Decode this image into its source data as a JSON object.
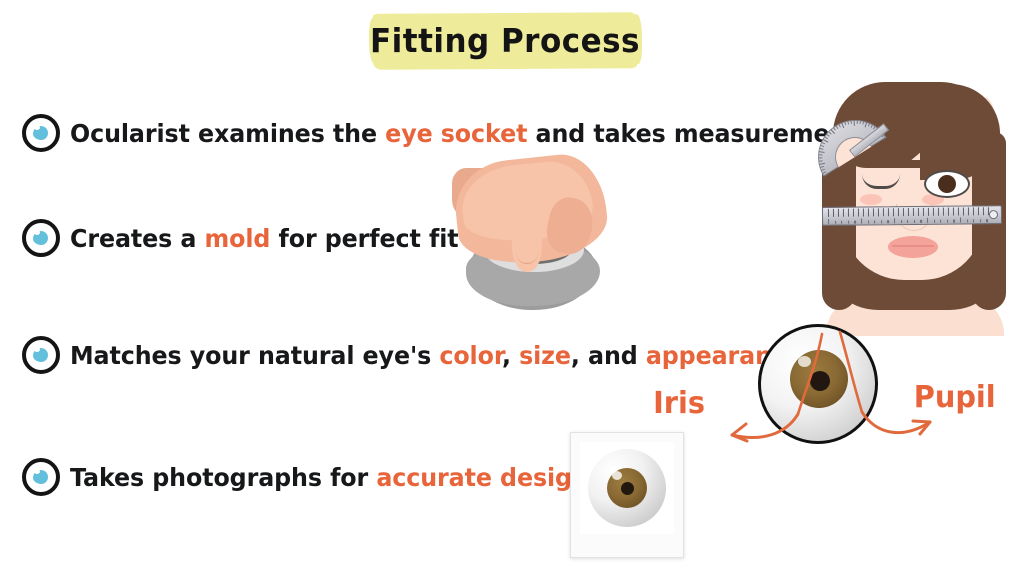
{
  "header": {
    "title": "Fitting Process",
    "highlight_color": "#eeec9b",
    "title_color": "#141414"
  },
  "theme": {
    "background": "#ffffff",
    "accent_orange": "#e8643a",
    "text_black": "#17181a",
    "bullet_blue": "#63c0dd"
  },
  "steps": [
    {
      "icon": "eye-bullet-icon",
      "segments": [
        {
          "text": "Ocularist examines the ",
          "emphasis": false
        },
        {
          "text": "eye socket",
          "emphasis": true
        },
        {
          "text": " and takes measurements",
          "emphasis": false
        }
      ]
    },
    {
      "icon": "eye-bullet-icon",
      "segments": [
        {
          "text": "Creates a ",
          "emphasis": false
        },
        {
          "text": "mold",
          "emphasis": true
        },
        {
          "text": " for perfect fit",
          "emphasis": false
        }
      ]
    },
    {
      "icon": "eye-bullet-icon",
      "segments": [
        {
          "text": "Matches your natural eye's ",
          "emphasis": false
        },
        {
          "text": "color",
          "emphasis": true
        },
        {
          "text": ", ",
          "emphasis": false
        },
        {
          "text": "size",
          "emphasis": true
        },
        {
          "text": ", and ",
          "emphasis": false
        },
        {
          "text": "appearance",
          "emphasis": true
        }
      ]
    },
    {
      "icon": "eye-bullet-icon",
      "segments": [
        {
          "text": "Takes photographs for ",
          "emphasis": false
        },
        {
          "text": "accurate design",
          "emphasis": true
        }
      ]
    }
  ],
  "annotations": {
    "iris_label": "Iris",
    "pupil_label": "Pupil",
    "arrow_color": "#e06a3c"
  },
  "illustrations": {
    "face": "woman-face-with-measuring-tools-illustration",
    "mold": "hand-pressing-mold-illustration",
    "eyeball": "prosthetic-eye-illustration",
    "photo": "polaroid-photo-of-prosthetic-eye"
  }
}
